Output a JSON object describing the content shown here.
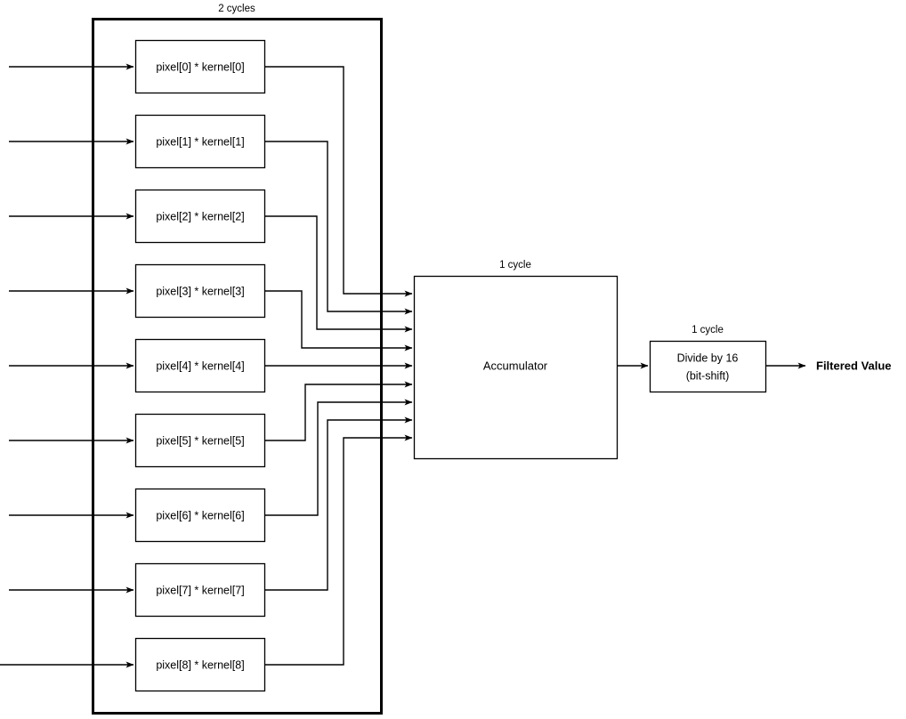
{
  "diagram": {
    "title_hidden": "",
    "stages": {
      "multiplier_group": {
        "cycle_label": "2 cycles",
        "boxes": [
          {
            "label": "pixel[0] * kernel[0]"
          },
          {
            "label": "pixel[1] * kernel[1]"
          },
          {
            "label": "pixel[2] * kernel[2]"
          },
          {
            "label": "pixel[3] * kernel[3]"
          },
          {
            "label": "pixel[4] * kernel[4]"
          },
          {
            "label": "pixel[5] * kernel[5]"
          },
          {
            "label": "pixel[6] * kernel[6]"
          },
          {
            "label": "pixel[7] * kernel[7]"
          },
          {
            "label": "pixel[8] * kernel[8]"
          }
        ]
      },
      "accumulator": {
        "cycle_label": "1 cycle",
        "label": "Accumulator"
      },
      "divider": {
        "cycle_label": "1 cycle",
        "label_line1": "Divide by 16",
        "label_line2": "(bit-shift)"
      }
    },
    "output": {
      "label": "Filtered Value"
    },
    "colors": {
      "stroke": "#000000",
      "background": "#ffffff",
      "box_fill": "#ffffff"
    }
  }
}
